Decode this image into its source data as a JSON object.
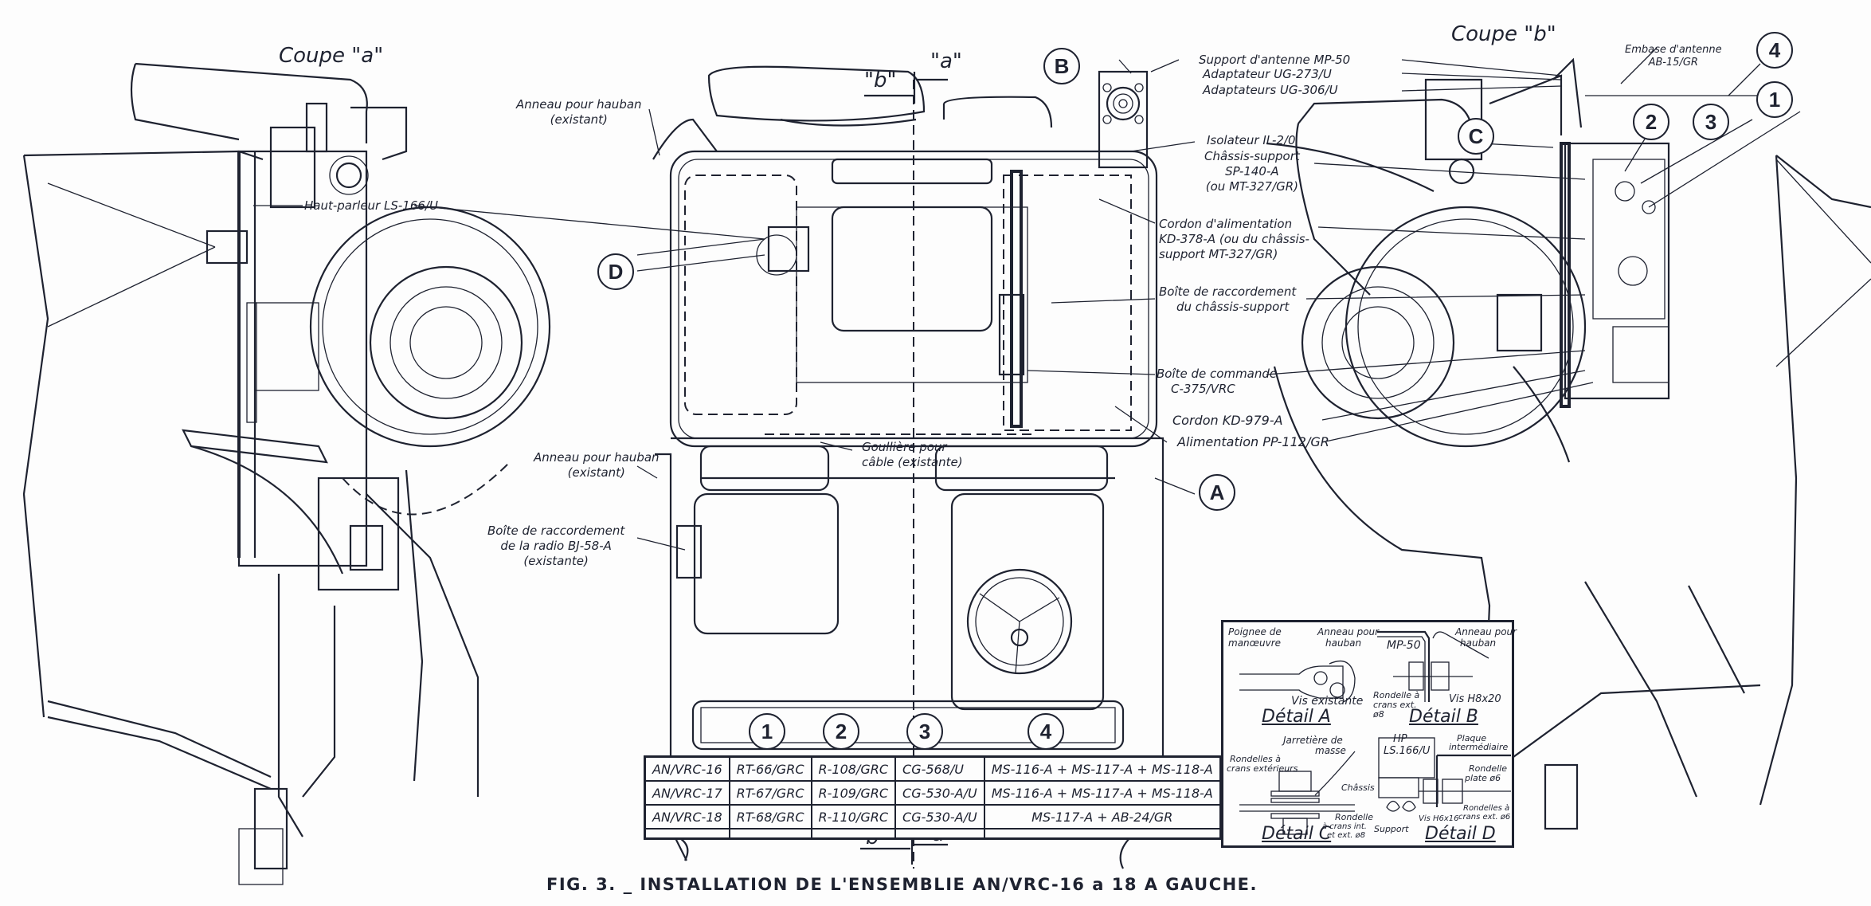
{
  "caption": "FIG. 3. _ INSTALLATION DE L'ENSEMBLIE AN/VRC-16 a 18 A GAUCHE.",
  "views": {
    "left": {
      "title": "Coupe \"a\""
    },
    "right": {
      "title": "Coupe \"b\""
    }
  },
  "section_markers": {
    "top_b": "\"b\"",
    "top_a": "\"a\"",
    "bottom_b": "\"b\"",
    "bottom_a": "\"a\""
  },
  "callouts": {
    "anneau_top": [
      "Anneau pour hauban",
      "(existant)"
    ],
    "haut_parleur": "Haut-parleur LS-166/U",
    "anneau_mid": [
      "Anneau pour hauban",
      "(existant)"
    ],
    "boite_radio": [
      "Boîte de raccordement",
      "de la radio BJ-58-A",
      "(existante)"
    ],
    "goulliere": [
      "Goullière pour",
      "câble (existante)"
    ],
    "support_antenne": "Support d'antenne MP-50",
    "adaptateur_273": "Adaptateur UG-273/U",
    "adaptateurs_306": "Adaptateurs UG-306/U",
    "isolateur": "Isolateur IL-2/0",
    "chassis_support": [
      "Châssis-support",
      "SP-140-A",
      "(ou MT-327/GR)"
    ],
    "cordon_alim": [
      "Cordon d'alimentation",
      "KD-378-A  (ou du châssis-",
      "support MT-327/GR)"
    ],
    "boite_chassis": [
      "Boîte de raccordement",
      "du châssis-support"
    ],
    "boite_commande": [
      "Boîte de commande",
      "C-375/VRC"
    ],
    "cordon_kd": "Cordon   KD-979-A",
    "alimentation": "Alimentation PP-112/GR",
    "embase": [
      "Embase d'antenne",
      "AB-15/GR"
    ]
  },
  "bubbles": {
    "B": "B",
    "D": "D",
    "A": "A",
    "C": "C",
    "n1": "1",
    "n2": "2",
    "n3": "3",
    "n4": "4",
    "r1": "1",
    "r2": "2",
    "r3": "3",
    "r4": "4"
  },
  "equipment_table": {
    "rows": [
      [
        "AN/VRC-16",
        "RT-66/GRC",
        "R-108/GRC",
        "CG-568/U",
        "MS-116-A + MS-117-A + MS-118-A"
      ],
      [
        "AN/VRC-17",
        "RT-67/GRC",
        "R-109/GRC",
        "CG-530-A/U",
        "MS-116-A + MS-117-A + MS-118-A"
      ],
      [
        "AN/VRC-18",
        "RT-68/GRC",
        "R-110/GRC",
        "CG-530-A/U",
        "MS-117-A + AB-24/GR"
      ]
    ]
  },
  "details": {
    "A": {
      "title": "Détail A",
      "labels": [
        "Poignee de",
        "manœuvre",
        "Anneau pour",
        "hauban",
        "Vis existante"
      ]
    },
    "B": {
      "title": "Détail B",
      "labels": [
        "MP-50",
        "Anneau pour",
        "hauban",
        "Rondelle à",
        "crans ext.",
        "ø8",
        "Vis H8x20"
      ]
    },
    "C": {
      "title": "Détail C",
      "labels": [
        "Jarretière de",
        "masse",
        "Rondelles à",
        "crans extérieurs",
        "Châssis",
        "Rondelle",
        "à crans int.",
        "et ext. ø8"
      ]
    },
    "D": {
      "title": "Détail D",
      "labels": [
        "HP",
        "LS.166/U",
        "Plaque",
        "intermédiaire",
        "Rondelle",
        "plate ø6",
        "Rondelles à",
        "crans ext. ø6",
        "Vis H6x16",
        "Support"
      ]
    }
  }
}
